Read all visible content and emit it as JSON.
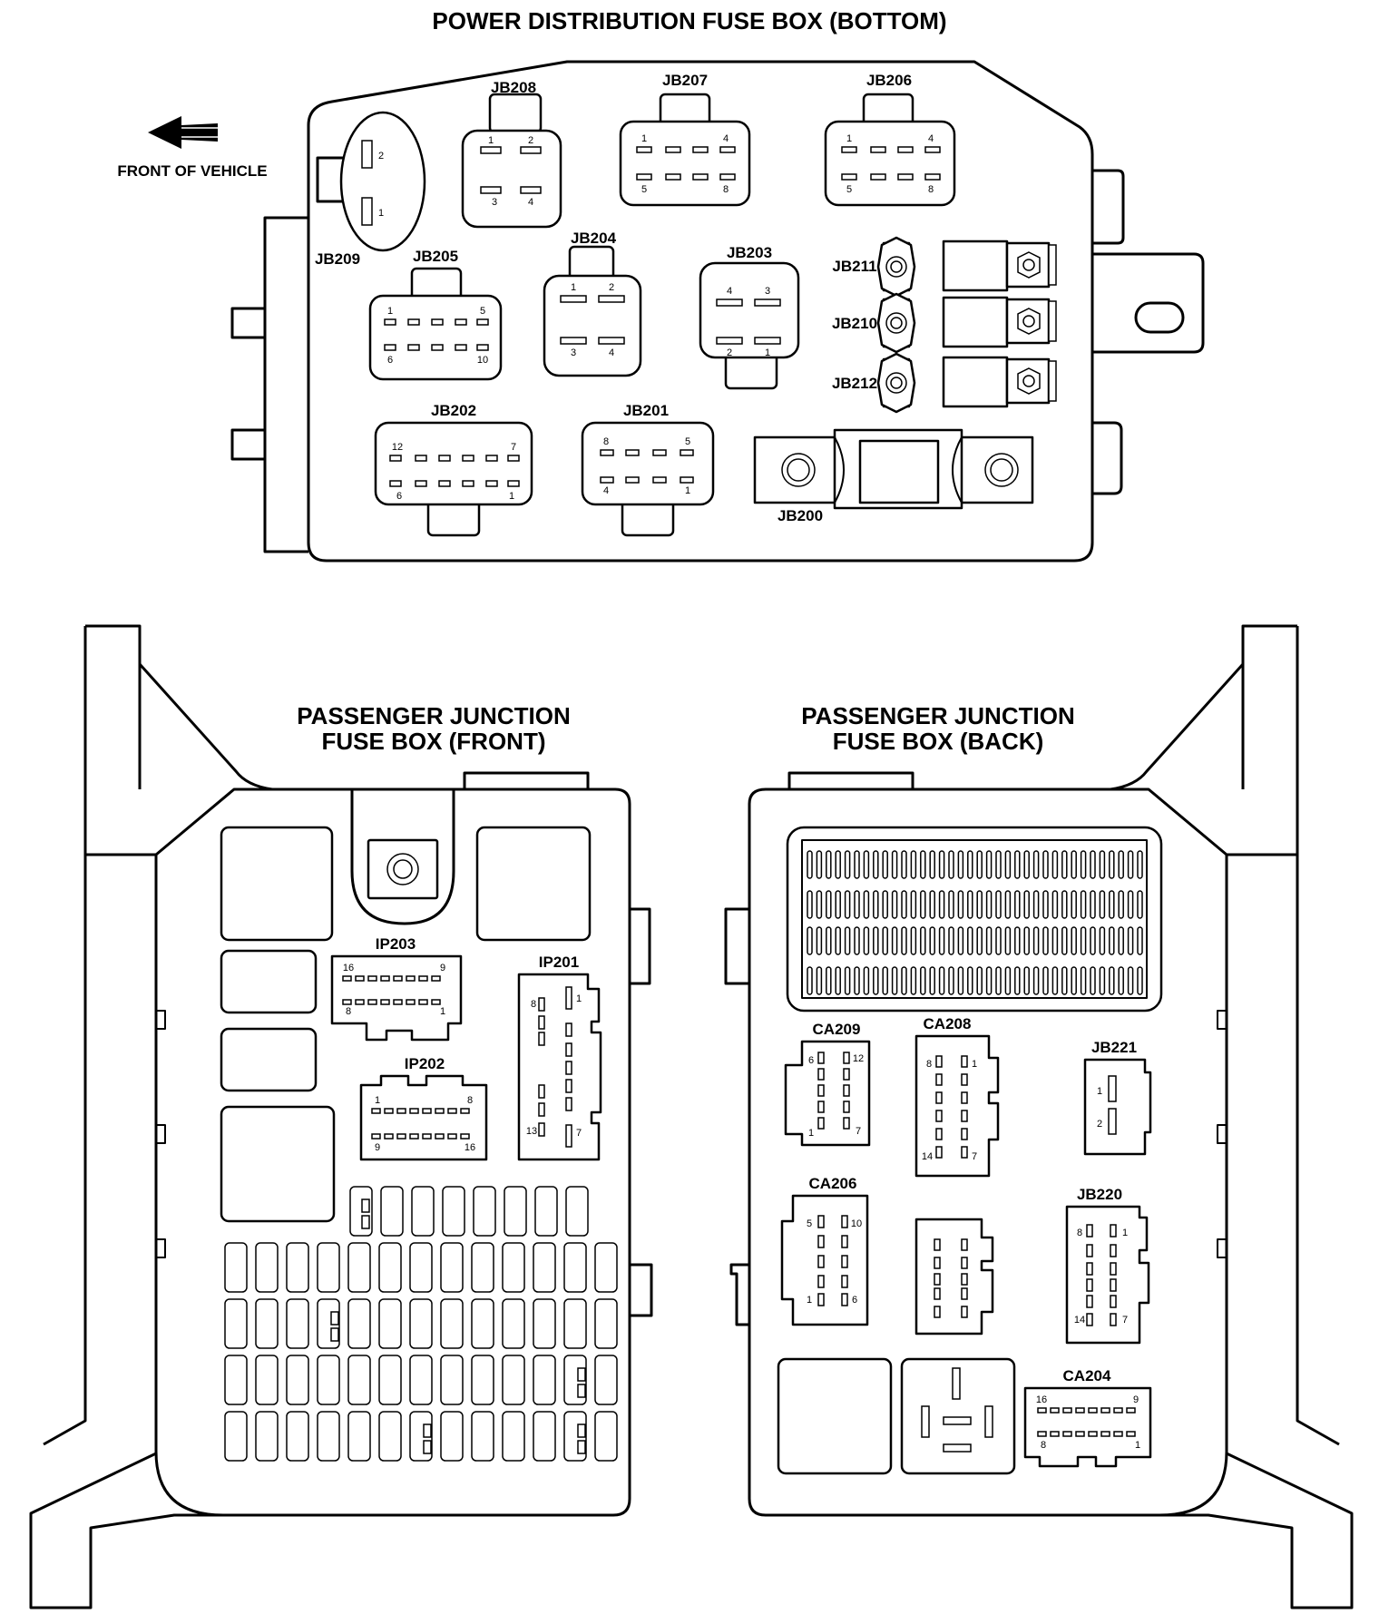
{
  "titles": {
    "power": "POWER DISTRIBUTION FUSE BOX (BOTTOM)",
    "front_1": "PASSENGER JUNCTION",
    "front_2": "FUSE BOX (FRONT)",
    "back_1": "PASSENGER JUNCTION",
    "back_2": "FUSE BOX (BACK)"
  },
  "front_of_vehicle": "FRONT OF VEHICLE",
  "labels": {
    "jb200": "JB200",
    "jb201": "JB201",
    "jb202": "JB202",
    "jb203": "JB203",
    "jb204": "JB204",
    "jb205": "JB205",
    "jb206": "JB206",
    "jb207": "JB207",
    "jb208": "JB208",
    "jb209": "JB209",
    "jb210": "JB210",
    "jb211": "JB211",
    "jb212": "JB212",
    "jb220": "JB220",
    "jb221": "JB221",
    "ip201": "IP201",
    "ip202": "IP202",
    "ip203": "IP203",
    "ca204": "CA204",
    "ca206": "CA206",
    "ca208": "CA208",
    "ca209": "CA209"
  },
  "pins": {
    "jb209": [
      "2",
      "1"
    ],
    "jb208": [
      "1",
      "2",
      "3",
      "4"
    ],
    "jb207": [
      "1",
      "4",
      "5",
      "8"
    ],
    "jb206": [
      "1",
      "4",
      "5",
      "8"
    ],
    "jb205": [
      "1",
      "5",
      "6",
      "10"
    ],
    "jb204": [
      "1",
      "2",
      "3",
      "4"
    ],
    "jb203": [
      "4",
      "3",
      "2",
      "1"
    ],
    "jb202": [
      "12",
      "7",
      "6",
      "1"
    ],
    "jb201": [
      "8",
      "5",
      "4",
      "1"
    ],
    "ip203": [
      "16",
      "9",
      "8",
      "1"
    ],
    "ip202": [
      "1",
      "8",
      "9",
      "16"
    ],
    "ip201": [
      "8",
      "1",
      "13",
      "7"
    ],
    "ca209": [
      "6",
      "12",
      "1",
      "7"
    ],
    "ca208": [
      "8",
      "1",
      "14",
      "7"
    ],
    "jb221": [
      "1",
      "2"
    ],
    "ca206": [
      "5",
      "10",
      "1",
      "6"
    ],
    "jb220": [
      "8",
      "1",
      "14",
      "7"
    ],
    "ca204": [
      "16",
      "9",
      "8",
      "1"
    ]
  }
}
